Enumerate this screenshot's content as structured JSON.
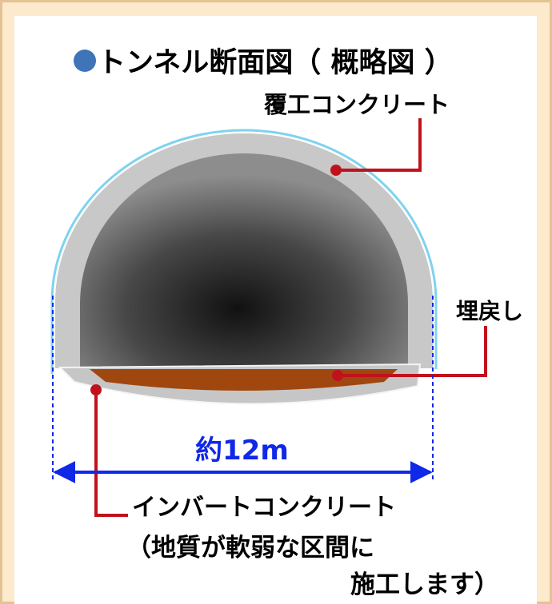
{
  "title": "トンネル断面図（ 概略図 ）",
  "labels": {
    "lining_concrete": "覆工コンクリート",
    "backfill": "埋戻し",
    "width": "約12m",
    "invert_concrete": "インバートコンクリート",
    "invert_note_line1": "（地質が軟弱な区間に",
    "invert_note_line2": "施工します）"
  },
  "colors": {
    "title_dot": "#3f74b8",
    "lining": "#c9c9c9",
    "backfill": "#a0470f",
    "leader_line": "#c0121c",
    "dimension": "#1028e8",
    "rock_edge": "#7fd3ee"
  }
}
